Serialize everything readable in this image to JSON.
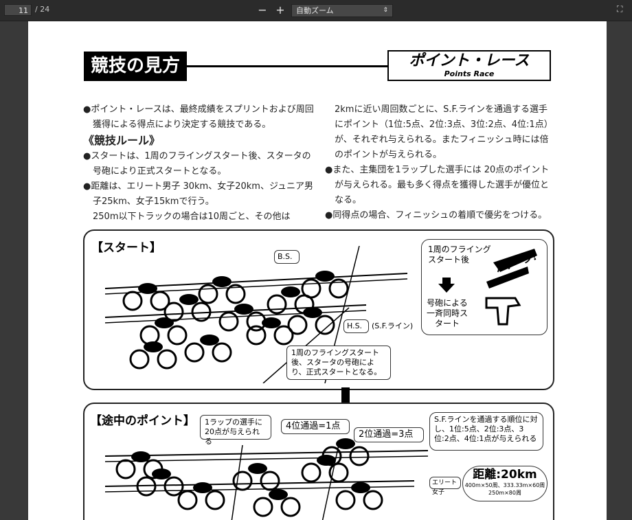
{
  "toolbar": {
    "page_number": "11",
    "page_total": "/ 24",
    "zoom_out": "−",
    "zoom_in": "+",
    "zoom_value": "自動ズーム",
    "zoom_caret": "⇕",
    "fullscreen": "⛶"
  },
  "document": {
    "heading": "競技の見方",
    "title_ja": "ポイント・レース",
    "title_en": "Points Race",
    "left_col": [
      "●ポイント・レースは、最終成績をスプリントおよび周回獲得による得点により決定する競技である。",
      "《競技ルール》",
      "●スタートは、1周のフライングスタート後、スタータの号砲により正式スタートとなる。",
      "●距離は、エリート男子 30km、女子20km、ジュニア男子25km、女子15kmで行う。",
      "250m以下トラックの場合は10周ごと、その他は"
    ],
    "right_col": [
      "2kmに近い周回数ごとに、S.F.ラインを通過する選手にポイント（1位:5点、2位:3点、3位:2点、4位:1点）が、それぞれ与えられる。またフィニッシュ時には倍のポイントが与えられる。",
      "●また、主集団を1ラップした選手には 20点のポイントが与えられる。最も多く得点を獲得した選手が優位となる。",
      "●同得点の場合、フィニッシュの着順で優劣をつける。"
    ],
    "start_panel": {
      "title": "【スタート】",
      "bs_label": "B.S.",
      "hs_label": "H.S.",
      "sf_label": "(S.F.ライン)",
      "bubble": "1周のフライングスタート後、スタータの号砲により、正式スタートとなる。",
      "side_top": "1周のフライングスタート後",
      "side_bottom": "号砲による一斉同時スタート",
      "bang": "バァーン!"
    },
    "mid_panel": {
      "title": "【途中のポイント】",
      "lap_bubble": "1ラップの選手に20点が与えられる",
      "fourth": "4位通過=1点",
      "second": "2位通過=3点",
      "info": "S.F.ラインを通過する順位に対し、1位:5点、2位:3点、3位:2点、4位:1点が与えられる",
      "elite": "エリート女子",
      "distance": "距離:20km",
      "distance_detail": "400m×50周、333.33m×60周",
      "distance_detail2": "250m×80周"
    }
  }
}
